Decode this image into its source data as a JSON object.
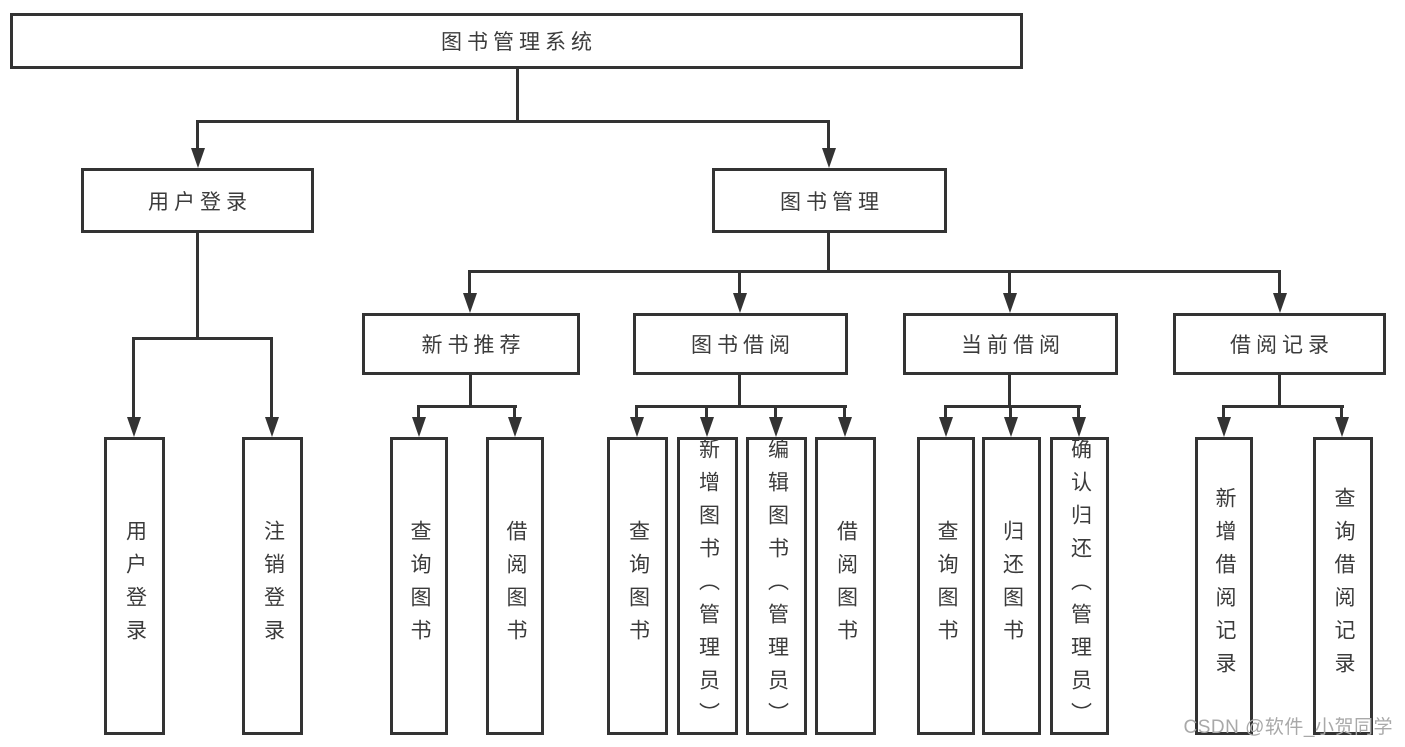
{
  "diagram": {
    "title": "图书管理系统",
    "level2": {
      "user_login": "用户登录",
      "book_management": "图书管理"
    },
    "level3": {
      "new_book_recommend": "新书推荐",
      "book_borrowing": "图书借阅",
      "current_borrowing": "当前借阅",
      "borrowing_records": "借阅记录"
    },
    "leaves": {
      "user_login_group": {
        "login": "用户登录",
        "logout": "注销登录"
      },
      "new_book_group": {
        "query_books": "查询图书",
        "borrow_books": "借阅图书"
      },
      "borrowing_group": {
        "query_books": "查询图书",
        "add_books_admin": "新增图书（管理员）",
        "edit_books_admin": "编辑图书（管理员）",
        "borrow_books": "借阅图书"
      },
      "current_group": {
        "query_books": "查询图书",
        "return_books": "归还图书",
        "confirm_return_admin": "确认归还（管理员）"
      },
      "records_group": {
        "add_record": "新增借阅记录",
        "query_record": "查询借阅记录"
      }
    }
  },
  "watermark": "CSDN @软件_小贺同学",
  "colors": {
    "line": "#333333",
    "text": "#3b3b3b",
    "boxBg": "#ffffff",
    "watermark": "#a9a9a9",
    "background": "#ffffff"
  }
}
